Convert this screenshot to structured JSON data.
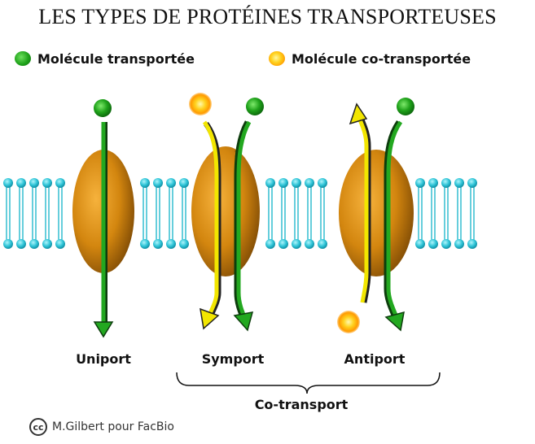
{
  "title": "LES TYPES DE PROTÉINES TRANSPORTEUSES",
  "legend": {
    "transported": "Molécule transportée",
    "cotransported": "Molécule co-transportée"
  },
  "labels": {
    "uniport": "Uniport",
    "symport": "Symport",
    "antiport": "Antiport",
    "cotransport": "Co-transport"
  },
  "credit": {
    "badge": "cc",
    "text": "M.Gilbert pour FacBio"
  },
  "colors": {
    "transported_molecule": "#1fa21a",
    "cotransported_molecule": "#ffcc00",
    "protein": "#d98a10",
    "membrane": "#3fd0e0"
  }
}
